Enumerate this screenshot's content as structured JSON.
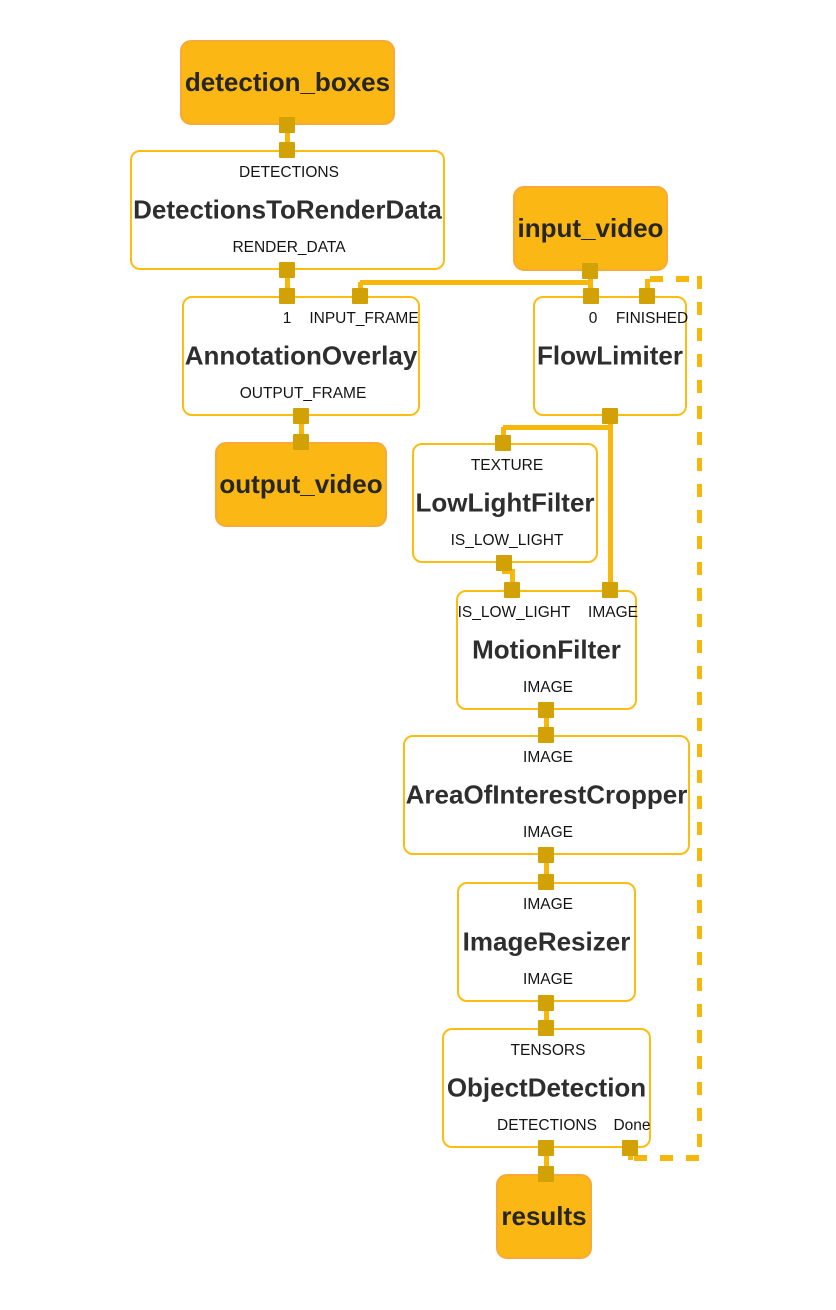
{
  "graph": {
    "streams": [
      {
        "label": "detection_boxes"
      },
      {
        "label": "input_video"
      },
      {
        "label": "output_video"
      },
      {
        "label": "results"
      }
    ],
    "calculators": [
      {
        "name": "DetectionsToRenderData",
        "inputs": [
          "DETECTIONS"
        ],
        "outputs": [
          "RENDER_DATA"
        ]
      },
      {
        "name": "AnnotationOverlay",
        "inputs": [
          "1",
          "INPUT_FRAME"
        ],
        "outputs": [
          "OUTPUT_FRAME"
        ]
      },
      {
        "name": "FlowLimiter",
        "inputs": [
          "0",
          "FINISHED"
        ],
        "outputs": []
      },
      {
        "name": "LowLightFilter",
        "inputs": [
          "TEXTURE"
        ],
        "outputs": [
          "IS_LOW_LIGHT"
        ]
      },
      {
        "name": "MotionFilter",
        "inputs": [
          "IS_LOW_LIGHT",
          "IMAGE"
        ],
        "outputs": [
          "IMAGE"
        ]
      },
      {
        "name": "AreaOfInterestCropper",
        "inputs": [
          "IMAGE"
        ],
        "outputs": [
          "IMAGE"
        ]
      },
      {
        "name": "ImageResizer",
        "inputs": [
          "IMAGE"
        ],
        "outputs": [
          "IMAGE"
        ]
      },
      {
        "name": "ObjectDetection",
        "inputs": [
          "TENSORS"
        ],
        "outputs": [
          "DETECTIONS",
          "Done"
        ]
      }
    ],
    "edges": [
      {
        "from": "detection_boxes",
        "to": "DetectionsToRenderData:DETECTIONS",
        "style": "solid"
      },
      {
        "from": "DetectionsToRenderData:RENDER_DATA",
        "to": "AnnotationOverlay:1",
        "style": "solid"
      },
      {
        "from": "input_video",
        "to": "AnnotationOverlay:INPUT_FRAME",
        "style": "solid"
      },
      {
        "from": "input_video",
        "to": "FlowLimiter:0",
        "style": "solid"
      },
      {
        "from": "AnnotationOverlay:OUTPUT_FRAME",
        "to": "output_video",
        "style": "solid"
      },
      {
        "from": "FlowLimiter",
        "to": "LowLightFilter:TEXTURE",
        "style": "solid"
      },
      {
        "from": "FlowLimiter",
        "to": "MotionFilter:IMAGE",
        "style": "solid"
      },
      {
        "from": "LowLightFilter:IS_LOW_LIGHT",
        "to": "MotionFilter:IS_LOW_LIGHT",
        "style": "solid"
      },
      {
        "from": "MotionFilter:IMAGE",
        "to": "AreaOfInterestCropper:IMAGE",
        "style": "solid"
      },
      {
        "from": "AreaOfInterestCropper:IMAGE",
        "to": "ImageResizer:IMAGE",
        "style": "solid"
      },
      {
        "from": "ImageResizer:IMAGE",
        "to": "ObjectDetection:TENSORS",
        "style": "solid"
      },
      {
        "from": "ObjectDetection:DETECTIONS",
        "to": "results",
        "style": "solid"
      },
      {
        "from": "ObjectDetection:Done",
        "to": "FlowLimiter:FINISHED",
        "style": "dashed"
      }
    ],
    "colors": {
      "stream_fill": "#FBB713",
      "stream_border": "#F9A938",
      "calculator_border": "#FCBD13",
      "edge": "#F8B80B",
      "port": "#D2A105",
      "text": "#262626",
      "background": "#FFFFFF"
    }
  }
}
